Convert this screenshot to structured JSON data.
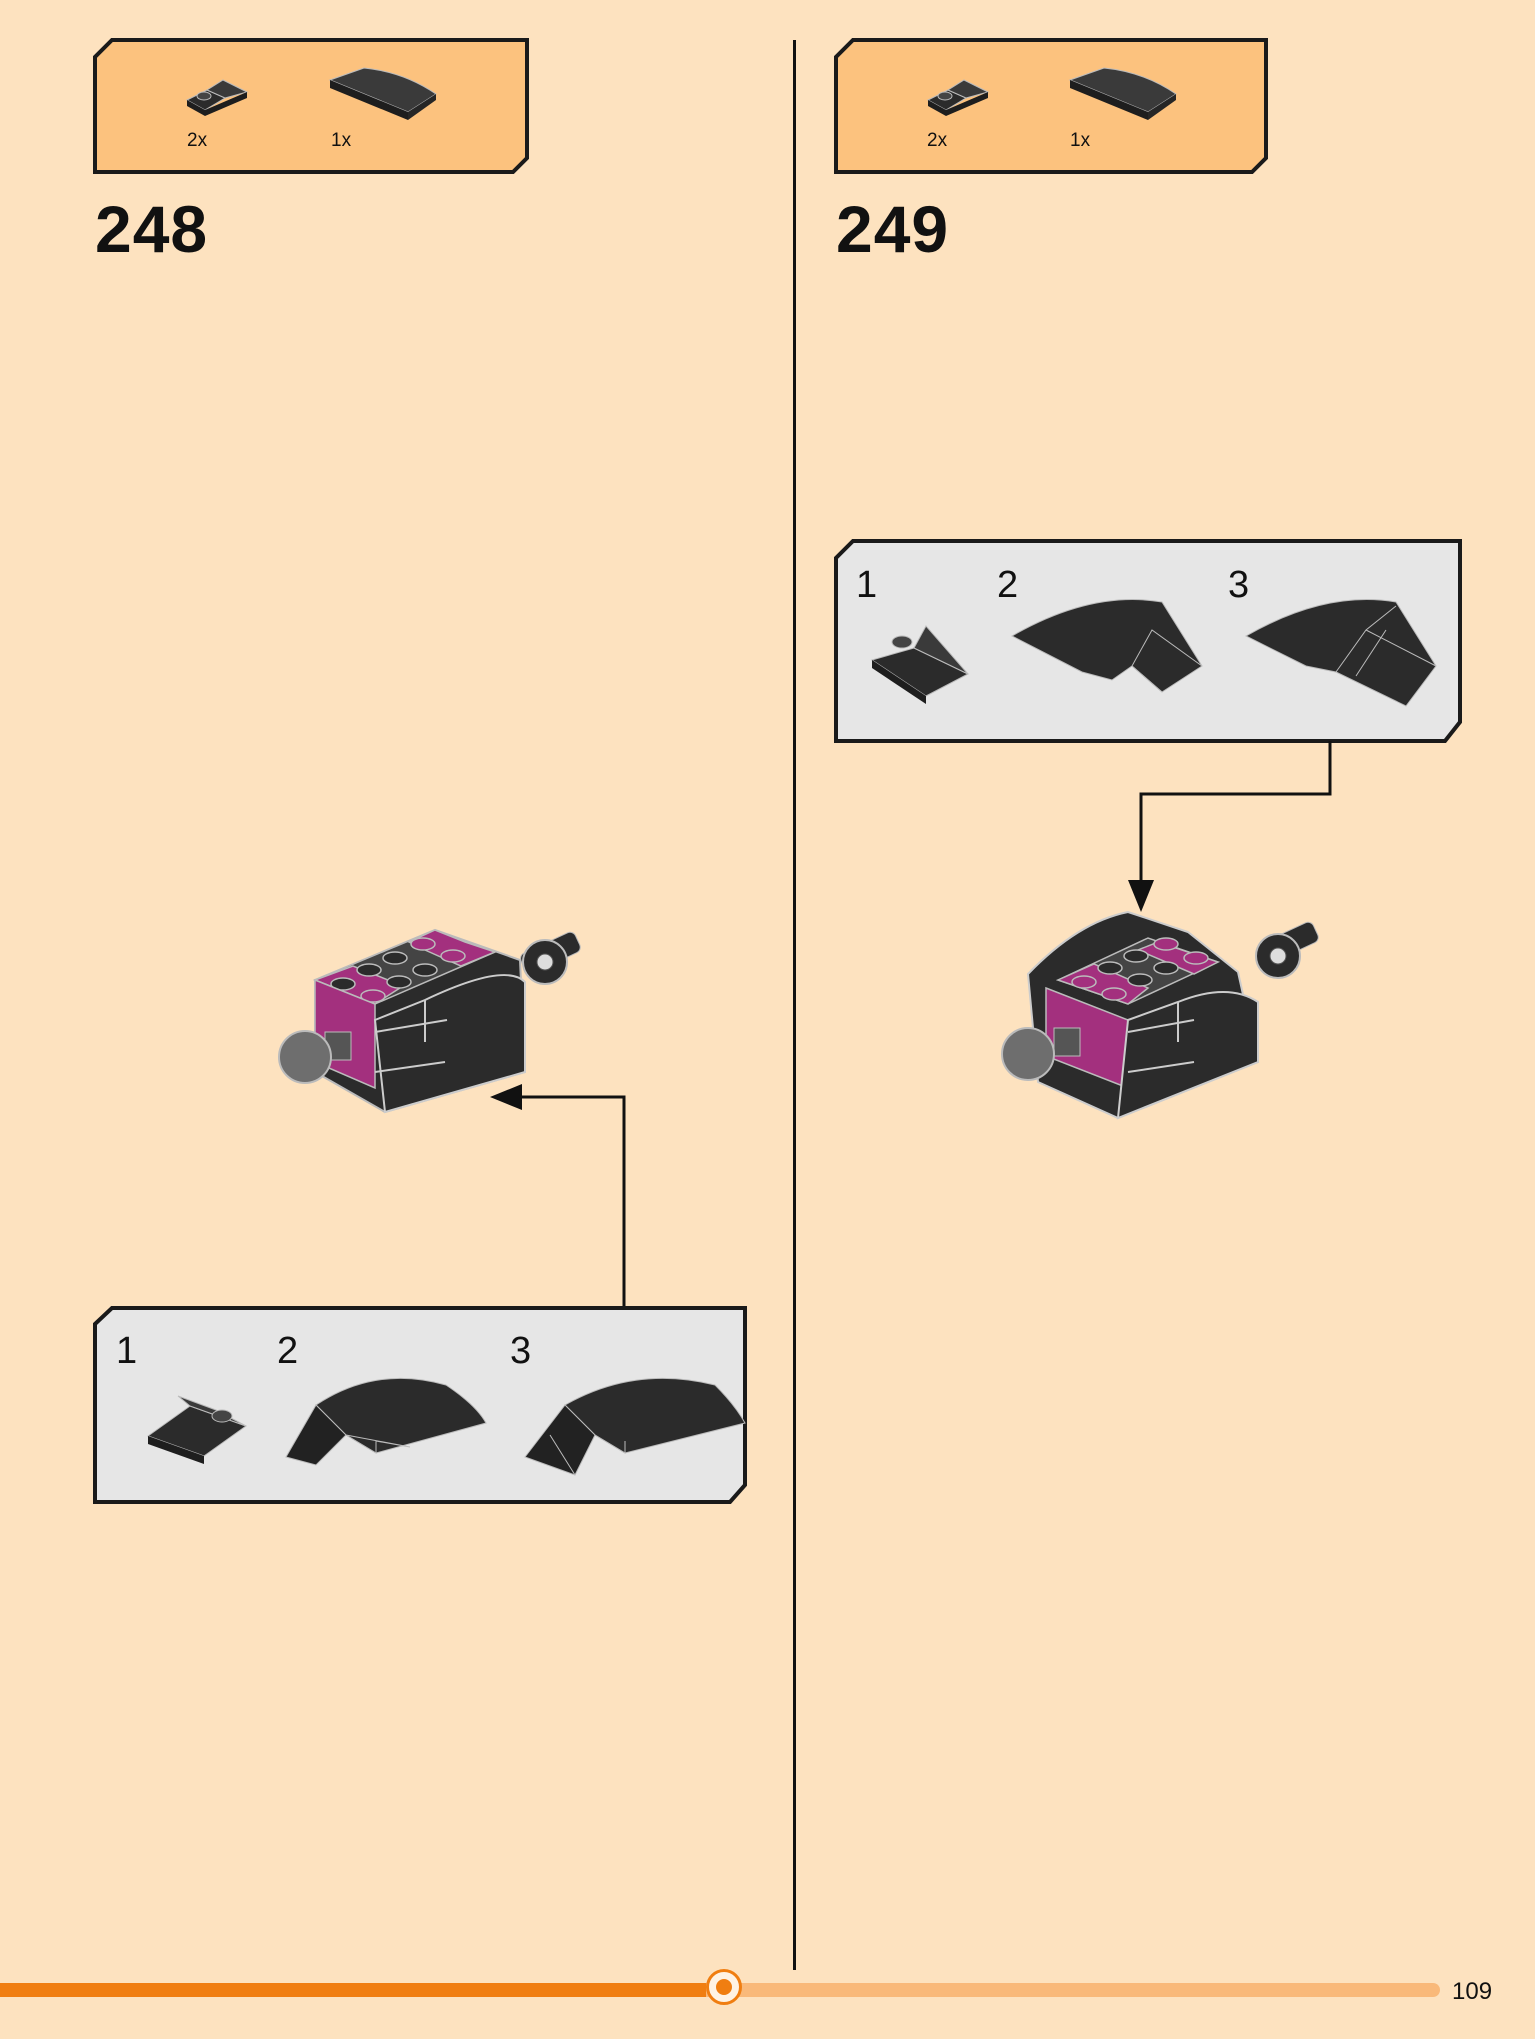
{
  "steps": [
    {
      "number": "248",
      "parts": [
        {
          "qty": "2x",
          "icon": "slope-plate-icon"
        },
        {
          "qty": "1x",
          "icon": "curved-slope-icon"
        }
      ],
      "substeps": [
        "1",
        "2",
        "3"
      ]
    },
    {
      "number": "249",
      "parts": [
        {
          "qty": "2x",
          "icon": "slope-plate-icon"
        },
        {
          "qty": "1x",
          "icon": "curved-slope-icon"
        }
      ],
      "substeps": [
        "1",
        "2",
        "3"
      ]
    }
  ],
  "page_number": "109",
  "progress": 0.49,
  "colors": {
    "background": "#fde2bf",
    "parts_box": "#fcc27e",
    "subassembly_box": "#e6e6e6",
    "brick_black": "#2b2b2b",
    "brick_magenta": "#a3307e",
    "progress_filled": "#f07e11",
    "progress_empty": "#f9b97a"
  }
}
